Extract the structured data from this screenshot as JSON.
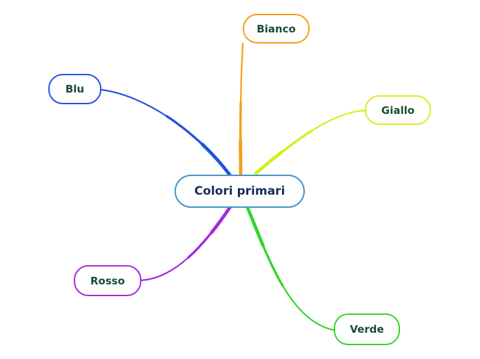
{
  "mindmap": {
    "background": "#ffffff",
    "center": {
      "label": "Colori primari",
      "border_color": "#4493cd",
      "text_color": "#1a2a5c",
      "position": "center"
    },
    "branch_text_color": "#164c39",
    "branches": [
      {
        "label": "Bianco",
        "color": "#f59e18",
        "position": "top"
      },
      {
        "label": "Blu",
        "color": "#2153df",
        "position": "upper-left"
      },
      {
        "label": "Giallo",
        "color": "#d6ee1e",
        "position": "right"
      },
      {
        "label": "Rosso",
        "color": "#a52ae0",
        "position": "lower-left"
      },
      {
        "label": "Verde",
        "color": "#35d42b",
        "position": "lower-right"
      }
    ]
  }
}
